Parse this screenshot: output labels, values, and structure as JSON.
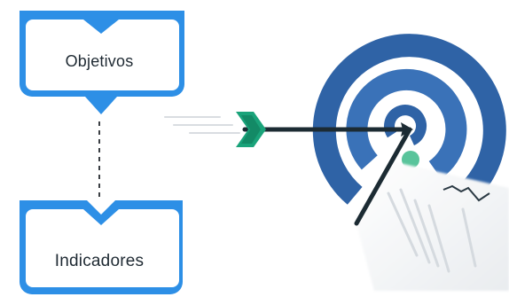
{
  "diagram": {
    "nodes": [
      {
        "id": "objetivos",
        "label": "Objetivos"
      },
      {
        "id": "indicadores",
        "label": "Indicadores"
      }
    ],
    "connector": {
      "from": "objetivos",
      "to": "indicadores",
      "style": "dashed"
    }
  },
  "colors": {
    "node_border": "#2d8fe6",
    "node_fill": "#ffffff",
    "target_ring": "#2f63a6",
    "arrow_fletching": "#1aa37a",
    "arrow_shaft": "#1c2b33",
    "marker_dot": "#59c49b",
    "paper": "#f4f5f6"
  },
  "icons": [
    "target-icon",
    "arrow-icon",
    "document-icon"
  ]
}
